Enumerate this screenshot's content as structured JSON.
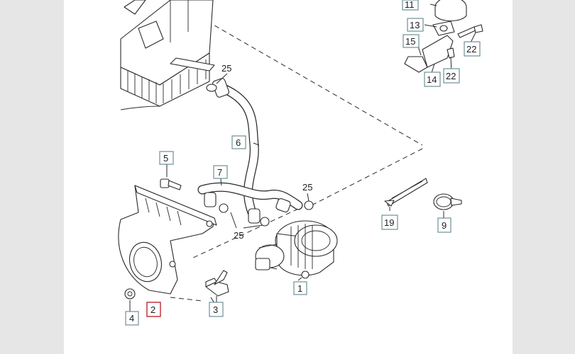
{
  "diagram": {
    "callouts": [
      {
        "id": "c1",
        "label": "1"
      },
      {
        "id": "c2",
        "label": "2",
        "highlight": true
      },
      {
        "id": "c3",
        "label": "3"
      },
      {
        "id": "c4",
        "label": "4"
      },
      {
        "id": "c5",
        "label": "5"
      },
      {
        "id": "c6",
        "label": "6"
      },
      {
        "id": "c7",
        "label": "7"
      },
      {
        "id": "c9",
        "label": "9"
      },
      {
        "id": "c11",
        "label": "11"
      },
      {
        "id": "c13",
        "label": "13"
      },
      {
        "id": "c14",
        "label": "14"
      },
      {
        "id": "c15",
        "label": "15"
      },
      {
        "id": "c19",
        "label": "19"
      },
      {
        "id": "c22a",
        "label": "22"
      },
      {
        "id": "c22b",
        "label": "22"
      }
    ],
    "plain_labels": {
      "seal_25_top": "25",
      "seal_25_right": "25",
      "seal_25_bottom": "25"
    },
    "colors": {
      "sheet": "#ffffff",
      "margin": "#e6e6e6",
      "callout_border": "#6f8f98",
      "highlight_border": "#c0262d",
      "ink": "#2a2a2a"
    }
  }
}
